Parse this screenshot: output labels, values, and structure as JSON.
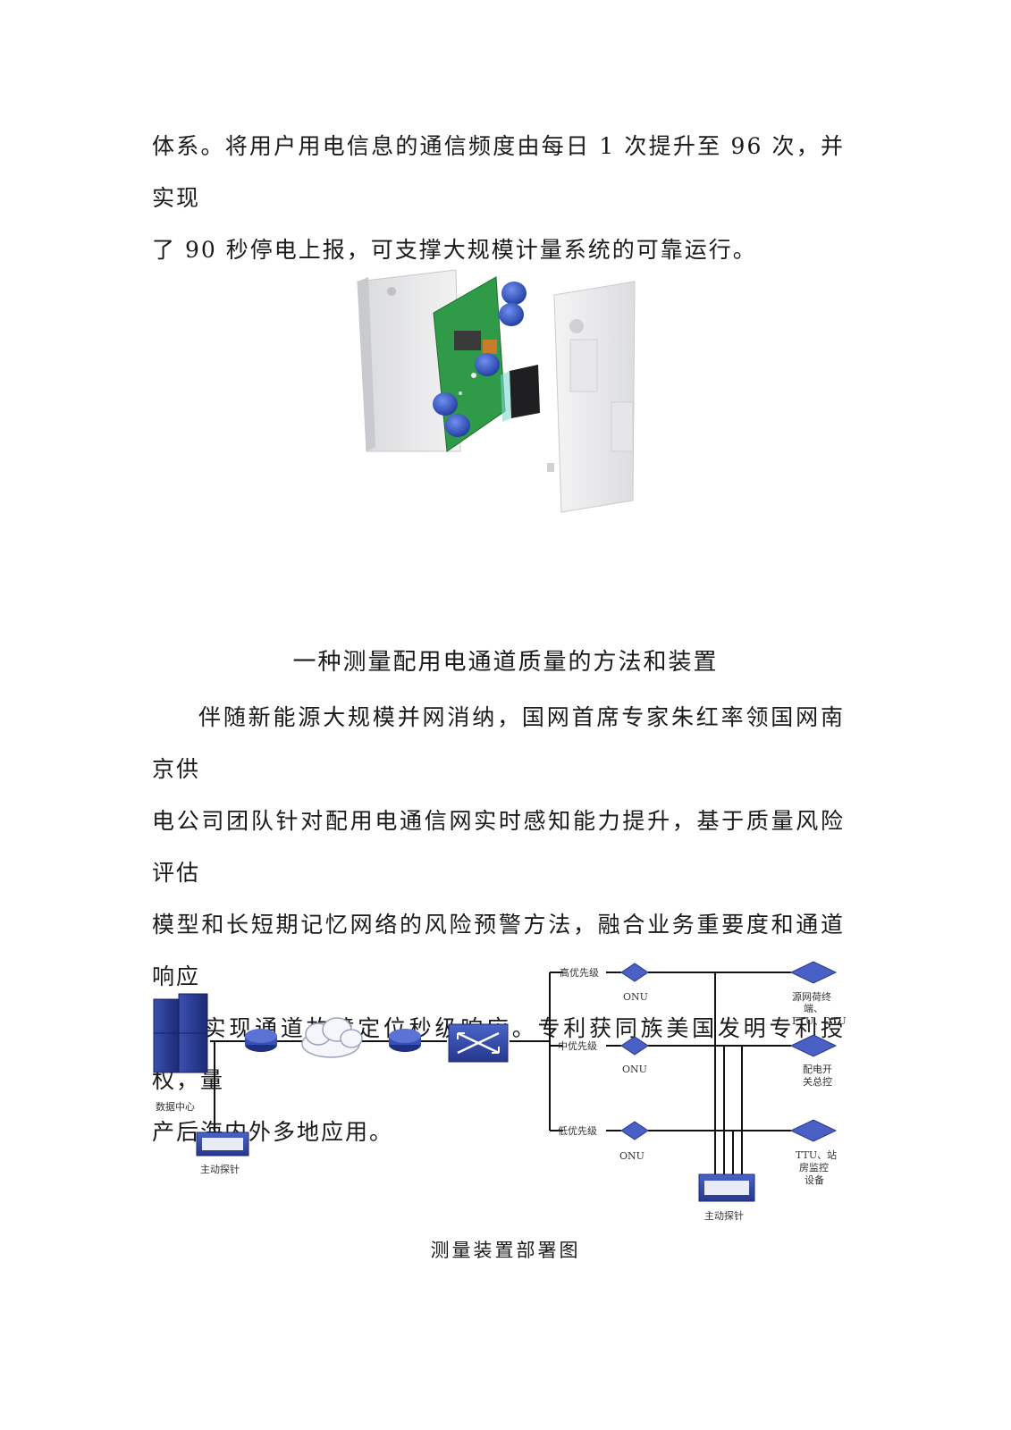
{
  "paragraph1": {
    "line1": "体系。将用户用电信息的通信频度由每日 1 次提升至 96 次，并实现",
    "line2": "了 90 秒停电上报，可支撑大规模计量系统的可靠运行。"
  },
  "heading": "一种测量配用电通道质量的方法和装置",
  "paragraph2": {
    "line1": "伴随新能源大规模并网消纳，国网首席专家朱红率领国网南京供",
    "line2": "电公司团队针对配用电通信网实时感知能力提升，基于质量风险评估",
    "line3": "模型和长短期记忆网络的风险预警方法，融合业务重要度和通道响应",
    "line4": "比，实现通道故障定位秒级响应。专利获同族美国发明专利授权，量",
    "line5": "产后海内外多地应用。"
  },
  "diagram": {
    "data_center": "数据中心",
    "probe_left": "主动探针",
    "probe_right": "主动探针",
    "priority_high": "高优先级",
    "priority_mid": "中优先级",
    "priority_low": "低优先级",
    "onu_1": "ONU",
    "onu_2": "ONU",
    "onu_3": "ONU",
    "device_1_l1": "源网荷终",
    "device_1_l2": "端、",
    "device_1_l3": "FTU、DTU",
    "device_2_l1": "配电开",
    "device_2_l2": "关总控",
    "device_3_l1": "TTU、站",
    "device_3_l2": "房监控",
    "device_3_l3": "设备"
  },
  "caption": "测量装置部署图"
}
